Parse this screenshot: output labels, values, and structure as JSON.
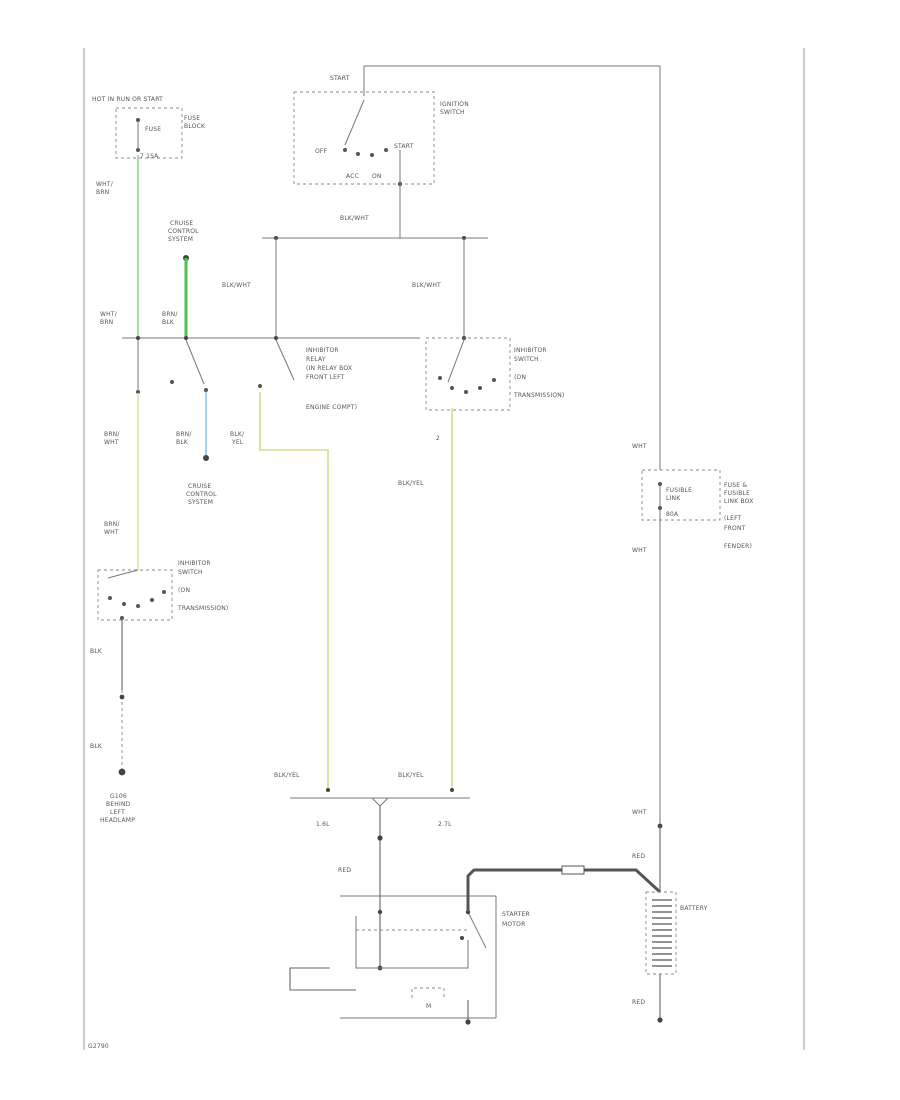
{
  "labels": {
    "hot_note": "HOT IN RUN OR START",
    "fuse": "FUSE",
    "fuse_num": "7 15A",
    "fuse_block": [
      "FUSE",
      "BLOCK"
    ],
    "ign_switch": [
      "IGNITION",
      "SWITCH"
    ],
    "ign_off": "OFF",
    "ign_start": "START",
    "ign_acc": "ACC",
    "ign_on": "ON",
    "ign_start_top": "START",
    "blk_wht_1": "BLK/WHT",
    "wht_brn_1": [
      "WHT/",
      "BRN"
    ],
    "cruise_top": [
      "CRUISE",
      "CONTROL",
      "SYSTEM"
    ],
    "blk_wht_left": "BLK/WHT",
    "blk_wht_right": "BLK/WHT",
    "wht_brn_2": [
      "WHT/",
      "BRN"
    ],
    "brn_blk_1": [
      "BRN/",
      "BLK"
    ],
    "inhibitor_relay": [
      "INHIBITOR",
      "RELAY",
      "(IN RELAY BOX",
      "FRONT LEFT",
      "ENGINE COMPT)"
    ],
    "inhibitor_sw_right": [
      "INHIBITOR",
      "SWITCH",
      "(ON",
      "TRANSMISSION)"
    ],
    "num_2": "2",
    "brn_wht": [
      "BRN/",
      "WHT"
    ],
    "brn_blk_2": [
      "BRN/",
      "BLK"
    ],
    "blk_yel_short": [
      "BLK/",
      "YEL"
    ],
    "cruise_bottom": [
      "CRUISE",
      "CONTROL",
      "SYSTEM"
    ],
    "blk_yel_mid": "BLK/YEL",
    "brn_wht_2": [
      "BRN/",
      "WHT"
    ],
    "inhibitor_sw_left": [
      "INHIBITOR",
      "SWITCH",
      "(ON",
      "TRANSMISSION)"
    ],
    "blk_1": "BLK",
    "blk_2": "BLK",
    "ground": [
      "G106",
      "BEHIND",
      "LEFT",
      "HEADLAMP"
    ],
    "wht_top_right": "WHT",
    "fuse_fusible": [
      "FUSE &",
      "FUSIBLE",
      "LINK BOX",
      "(LEFT",
      "FRONT",
      "FENDER)"
    ],
    "fusible_link": [
      "FUSIBLE",
      "LINK",
      "80A"
    ],
    "wht_mid_right": "WHT",
    "blk_yel_bus_left": "BLK/YEL",
    "blk_yel_bus_right": "BLK/YEL",
    "bus_left": "1.6L",
    "bus_right": "2.7L",
    "red_left": "RED",
    "starter_motor": [
      "STARTER",
      "MOTOR"
    ],
    "wht_batt": "WHT",
    "red_batt": "RED",
    "battery": "BATTERY",
    "red_bottom": "RED",
    "motor_m": "M",
    "diagram_code": "G2790"
  },
  "colors": {
    "wire_green": "#8fd68f",
    "wire_green_bright": "#4ec24e",
    "wire_blue": "#8fc4e8",
    "wire_tan": "#e8dfaa",
    "wire_yellow": "#d7dc8a"
  }
}
